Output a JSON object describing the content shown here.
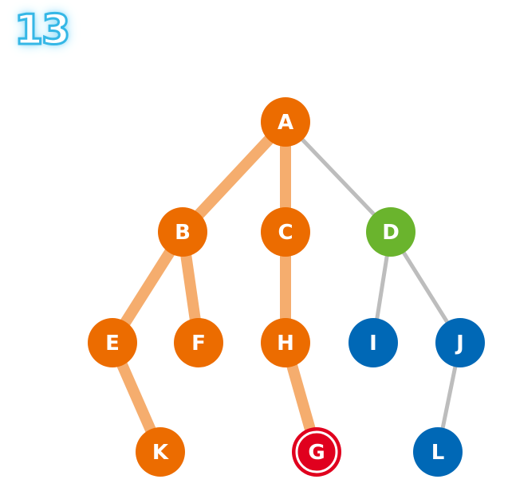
{
  "step_counter": "13",
  "colors": {
    "visited": "#ec6c00",
    "visited_edge": "#f5ad6e",
    "frontier": "#6ab42d",
    "unvisited": "#0068b6",
    "unvisited_edge": "#bdbdbd",
    "goal": "#e0001e"
  },
  "nodes": [
    {
      "id": "A",
      "label": "A",
      "state": "visited"
    },
    {
      "id": "B",
      "label": "B",
      "state": "visited"
    },
    {
      "id": "C",
      "label": "C",
      "state": "visited"
    },
    {
      "id": "D",
      "label": "D",
      "state": "frontier"
    },
    {
      "id": "E",
      "label": "E",
      "state": "visited"
    },
    {
      "id": "F",
      "label": "F",
      "state": "visited"
    },
    {
      "id": "H",
      "label": "H",
      "state": "visited"
    },
    {
      "id": "I",
      "label": "I",
      "state": "unvisited"
    },
    {
      "id": "J",
      "label": "J",
      "state": "unvisited"
    },
    {
      "id": "K",
      "label": "K",
      "state": "visited"
    },
    {
      "id": "G",
      "label": "G",
      "state": "goal"
    },
    {
      "id": "L",
      "label": "L",
      "state": "unvisited"
    }
  ],
  "edges": [
    {
      "from": "A",
      "to": "B",
      "state": "visited"
    },
    {
      "from": "A",
      "to": "C",
      "state": "visited"
    },
    {
      "from": "A",
      "to": "D",
      "state": "unvisited"
    },
    {
      "from": "B",
      "to": "E",
      "state": "visited"
    },
    {
      "from": "B",
      "to": "F",
      "state": "visited"
    },
    {
      "from": "C",
      "to": "H",
      "state": "visited"
    },
    {
      "from": "D",
      "to": "I",
      "state": "unvisited"
    },
    {
      "from": "D",
      "to": "J",
      "state": "unvisited"
    },
    {
      "from": "E",
      "to": "K",
      "state": "visited"
    },
    {
      "from": "H",
      "to": "G",
      "state": "visited"
    },
    {
      "from": "J",
      "to": "L",
      "state": "unvisited"
    }
  ]
}
